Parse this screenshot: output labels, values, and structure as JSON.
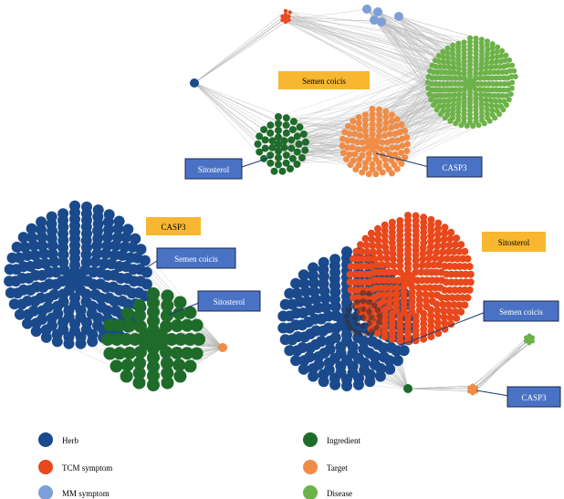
{
  "colors": {
    "herb": "#1a4a8c",
    "tcm_symptom": "#e8481c",
    "mm_symptom": "#7b9fd6",
    "ingredient": "#1e6b2a",
    "target": "#f08c45",
    "disease": "#6cb248",
    "edge": "#b8b8b8",
    "tag_yellow": "#f7b731",
    "tag_blue": "#4a72c4",
    "leader": "#1a3a6c"
  },
  "panels": {
    "top": {
      "yellow_label": "Semen coicis",
      "callouts": [
        "Sitosterol",
        "CASP3"
      ]
    },
    "left": {
      "yellow_label": "CASP3",
      "callouts": [
        "Semen coicis",
        "Sitosterol"
      ]
    },
    "right": {
      "yellow_label": "Sitosterol",
      "callouts": [
        "Semen coicis",
        "CASP3"
      ]
    }
  },
  "legend": [
    {
      "label": "Herb",
      "color_key": "herb"
    },
    {
      "label": "Ingredient",
      "color_key": "ingredient"
    },
    {
      "label": "TCM symptom",
      "color_key": "tcm_symptom"
    },
    {
      "label": "Target",
      "color_key": "target"
    },
    {
      "label": "MM symptom",
      "color_key": "mm_symptom"
    },
    {
      "label": "Disease",
      "color_key": "disease"
    }
  ]
}
